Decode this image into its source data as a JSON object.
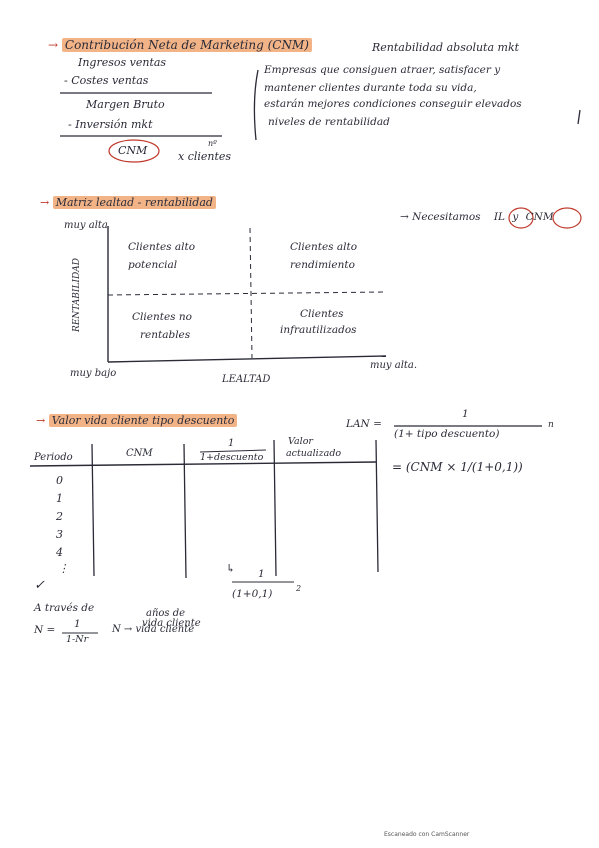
{
  "section1": {
    "arrow": "→",
    "title": "Contribución Neta de Marketing (CNM)",
    "aside": "Rentabilidad absoluta mkt",
    "rows": [
      "Ingresos ventas",
      "- Costes ventas",
      "Margen Bruto",
      "- Inversión mkt"
    ],
    "result": "CNM",
    "result_suffix": "x clientes",
    "result_exp": "nº",
    "note_lines": [
      "Empresas que consiguen atraer, satisfacer y",
      "mantener clientes durante toda su vida,",
      "estarán mejores condiciones conseguir elevados",
      "niveles de rentabilidad"
    ]
  },
  "section2": {
    "arrow": "→",
    "title": "Matriz lealtad - rentabilidad",
    "aside": "→ Necesitamos",
    "aside_circle_1": "IL",
    "aside_and": "y",
    "aside_circle_2": "CNM",
    "y_top": "muy alta",
    "y_label": "RENTABILIDAD",
    "x_left": "muy bajo",
    "x_label": "LEALTAD",
    "x_right": "muy alta.",
    "quadrants": {
      "top_left": [
        "Clientes alto",
        "potencial"
      ],
      "top_right": [
        "Clientes alto",
        "rendimiento"
      ],
      "bottom_left": [
        "Clientes no",
        "rentables"
      ],
      "bottom_right": [
        "Clientes",
        "infrautilizados"
      ]
    }
  },
  "section3": {
    "arrow": "→",
    "title": "Valor vida cliente tipo descuento",
    "formula_lhs": "LAN =",
    "formula_num": "1",
    "formula_den": "(1+ tipo descuento)",
    "formula_exp": "n",
    "table_headers": [
      "Periodo",
      "CNM",
      "1",
      "1+descuento",
      "Valor",
      "actualizado"
    ],
    "periods": [
      "0",
      "1",
      "2",
      "3",
      "4",
      "⋮"
    ],
    "rhs_formula": "= (CNM × 1/(1+0,1))",
    "sub_prefix": "↳",
    "sub_num": "1",
    "sub_den": "(1+0,1)",
    "sub_exp": "2",
    "check": "✓",
    "through_line": "A través de",
    "years_line1": "años de",
    "years_line2": "vida cliente",
    "n_eq": "N =",
    "n_num": "1",
    "n_den": "1-Nr",
    "n_tail": "N → vida cliente"
  },
  "footer": "Escaneado con CamScanner"
}
